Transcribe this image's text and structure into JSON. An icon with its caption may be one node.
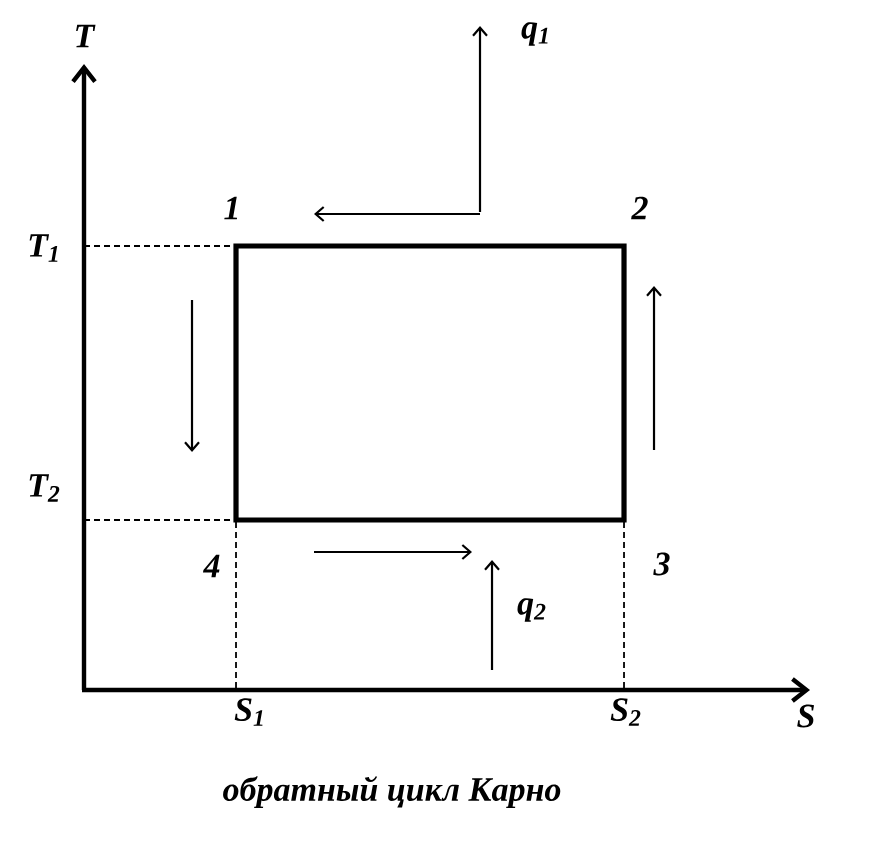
{
  "diagram": {
    "caption": "обратный цикл Карно",
    "labels": [
      "T",
      "q$_{1}$",
      "1",
      "2",
      "T$_{1}$",
      "T$_{2}$",
      "4",
      "3",
      "q$_{2}$",
      "S$_{1}$",
      "S$_{2}$",
      "S"
    ]
  }
}
